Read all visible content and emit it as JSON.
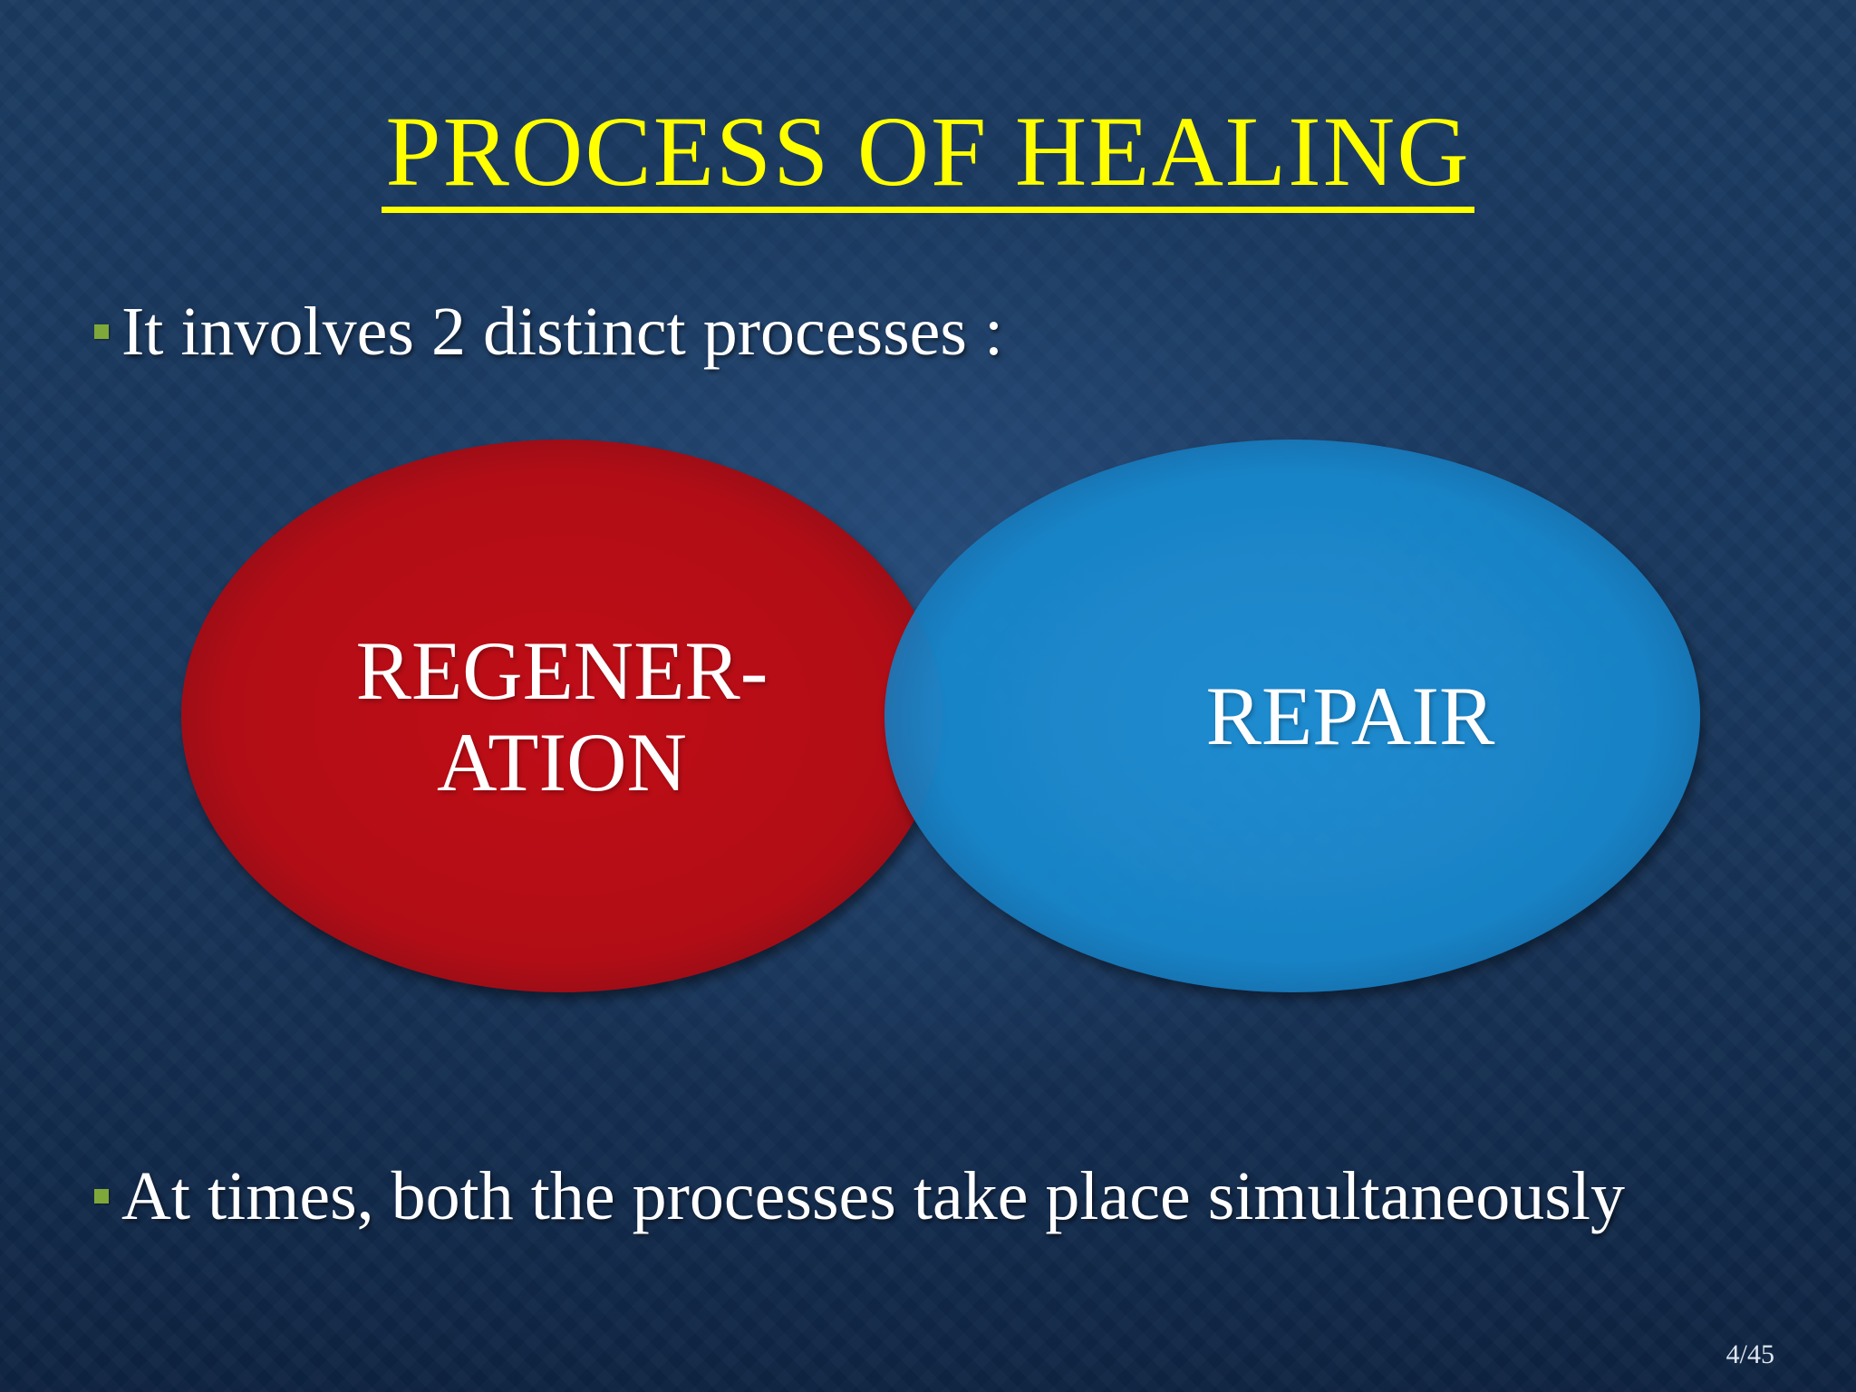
{
  "slide": {
    "title": "PROCESS OF HEALING",
    "bullets": [
      "It involves 2 distinct processes :",
      "At times, both the processes take place simultaneously"
    ],
    "diagram": {
      "left_circle": {
        "label_line1": "REGENER-",
        "label_line2": "ATION",
        "color": "#b30d18"
      },
      "right_circle": {
        "label": "REPAIR",
        "color": "#1e8fd6"
      }
    },
    "page_number": "4/45"
  },
  "colors": {
    "title": "#ffff00",
    "bullet_marker": "#7ea83a",
    "text": "#ffffff"
  }
}
